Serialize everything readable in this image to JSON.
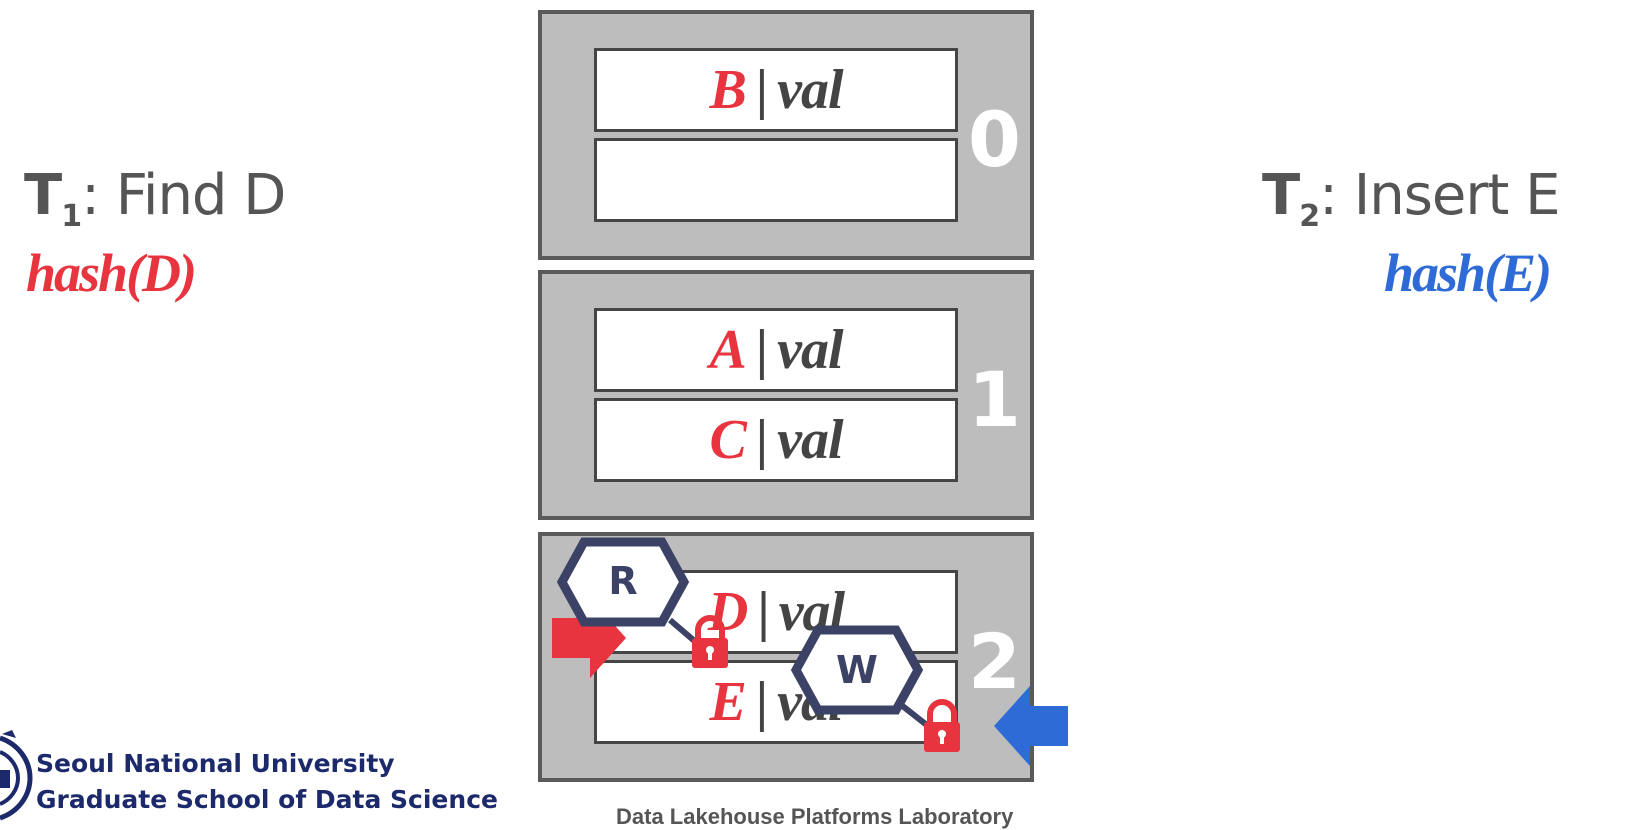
{
  "left": {
    "t": "T",
    "sub": "1",
    "action": ": Find D",
    "hash": "hash(D)",
    "hash_color": "#e8343f"
  },
  "right": {
    "t": "T",
    "sub": "2",
    "action": ": Insert E",
    "hash": "hash(E)",
    "hash_color": "#2e6bd6"
  },
  "buckets": [
    {
      "index": "0",
      "slots": [
        {
          "key": "B",
          "sep": "|",
          "val": "val"
        },
        {
          "key": "",
          "sep": "",
          "val": ""
        }
      ]
    },
    {
      "index": "1",
      "slots": [
        {
          "key": "A",
          "sep": "|",
          "val": "val"
        },
        {
          "key": "C",
          "sep": "|",
          "val": "val"
        }
      ]
    },
    {
      "index": "2",
      "slots": [
        {
          "key": "D",
          "sep": "|",
          "val": "val"
        },
        {
          "key": "E",
          "sep": "|",
          "val": "val"
        }
      ]
    }
  ],
  "locks": {
    "read_label": "R",
    "write_label": "W"
  },
  "colors": {
    "key_red": "#e8343f",
    "arrow_red": "#e8343f",
    "arrow_blue": "#2e6bd6",
    "lock_red": "#e8343f",
    "hex_outline": "#3b4266"
  },
  "logo": {
    "line1": "Seoul National University",
    "line2": "Graduate School of Data Science",
    "icon": "snu-emblem-icon"
  },
  "footer": "Data Lakehouse Platforms Laboratory"
}
